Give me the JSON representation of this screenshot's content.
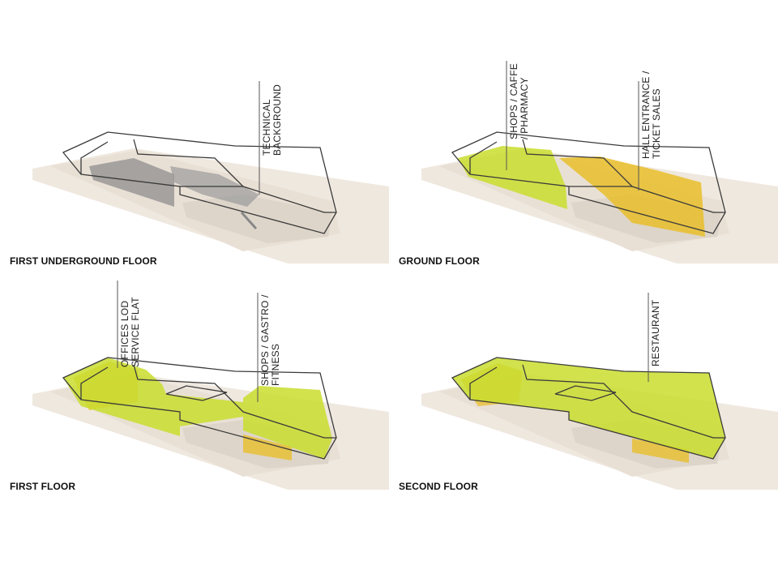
{
  "panels": [
    {
      "title": "FIRST UNDERGROUND FLOOR",
      "labels": [
        {
          "lines": [
            "TECHNICAL",
            "BACKGROUND"
          ]
        }
      ]
    },
    {
      "title": "GROUND FLOOR",
      "labels": [
        {
          "lines": [
            "SHOPS / CAFFE",
            "/ PHARMACY"
          ]
        },
        {
          "lines": [
            "HALL ENTRANCE /",
            "TICKET SALES"
          ]
        }
      ]
    },
    {
      "title": "FIRST FLOOR",
      "labels": [
        {
          "lines": [
            "OFFICES LOD",
            "SERVICE FLAT"
          ]
        },
        {
          "lines": [
            "SHOPS / GASTRO /",
            "FITNESS"
          ]
        }
      ]
    },
    {
      "title": "SECOND FLOOR",
      "labels": [
        {
          "lines": [
            "RESTAURANT"
          ]
        }
      ]
    }
  ],
  "colors": {
    "ground": "#efe8df",
    "outline": "#3a3a3a",
    "green": "#c9dd2e",
    "yellow": "#e9be2a",
    "gray": "#8d8d8d"
  }
}
